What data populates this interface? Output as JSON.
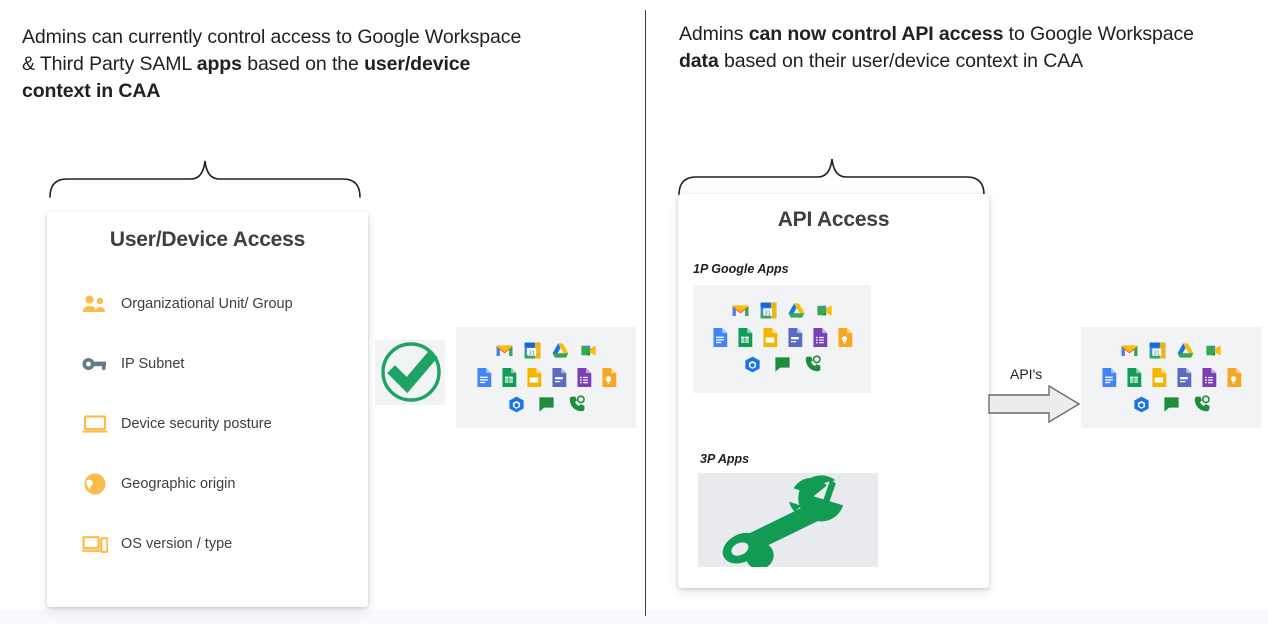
{
  "slide": {
    "left_panel": {
      "heading": {
        "parts": [
          {
            "text": "Admins can currently control access to Google Workspace & Third Party SAML ",
            "bold": false
          },
          {
            "text": "apps",
            "bold": true
          },
          {
            "text": " based on the ",
            "bold": false
          },
          {
            "text": "user/device context in CAA",
            "bold": true
          }
        ],
        "plain": "Admins can currently control access to Google Workspace & Third Party SAML apps based on the user/device context in CAA"
      },
      "card": {
        "title": "User/Device Access",
        "features": [
          {
            "icon": "people-icon",
            "label": "Organizational Unit/ Group",
            "color": "#FBBC4C"
          },
          {
            "icon": "key-icon",
            "label": "IP Subnet",
            "color": "#5F7C8A"
          },
          {
            "icon": "laptop-icon",
            "label": "Device security posture",
            "color": "#FBBC4C"
          },
          {
            "icon": "globe-icon",
            "label": "Geographic origin",
            "color": "#FBBC4C"
          },
          {
            "icon": "devices-icon",
            "label": "OS version / type",
            "color": "#FBBC4C"
          }
        ]
      },
      "check": {
        "icon": "green-check-icon",
        "color": "#1DA462"
      }
    },
    "right_panel": {
      "heading": {
        "parts": [
          {
            "text": "Admins ",
            "bold": false
          },
          {
            "text": "can now control API access",
            "bold": true
          },
          {
            "text": " to Google Workspace ",
            "bold": false
          },
          {
            "text": "data",
            "bold": true
          },
          {
            "text": " based on their user/device context in CAA",
            "bold": false
          }
        ],
        "plain": "Admins can now control API access to Google Workspace data based on their user/device context in CAA"
      },
      "card": {
        "title": "API Access",
        "sections": [
          {
            "label": "1P Google Apps"
          },
          {
            "label": "3P Apps"
          }
        ],
        "wrench": {
          "icon": "wrench-icon",
          "color": "#129B52"
        }
      },
      "arrow": {
        "label": "API's",
        "icon": "right-arrow-icon",
        "fill": "#ededed",
        "stroke": "#6b6b6b"
      }
    },
    "app_icons": [
      {
        "name": "gmail-icon",
        "row": 1
      },
      {
        "name": "calendar-icon",
        "row": 1
      },
      {
        "name": "drive-icon",
        "row": 1
      },
      {
        "name": "meet-icon",
        "row": 1
      },
      {
        "name": "docs-icon",
        "row": 2,
        "color": "#4285F4"
      },
      {
        "name": "sheets-icon",
        "row": 2,
        "color": "#0F9D58"
      },
      {
        "name": "slides-icon",
        "row": 2,
        "color": "#F4B400"
      },
      {
        "name": "forms-icon",
        "row": 2,
        "color": "#5C6BC0"
      },
      {
        "name": "sites-icon",
        "row": 2,
        "color": "#7B3FB5"
      },
      {
        "name": "keep-icon",
        "row": 2,
        "color": "#F6A723"
      },
      {
        "name": "cloud-search-icon",
        "row": 3,
        "color": "#1A73E8"
      },
      {
        "name": "chat-icon",
        "row": 3,
        "color": "#1E8E3E"
      },
      {
        "name": "voice-icon",
        "row": 3,
        "color": "#1E8E3E"
      }
    ],
    "divider": {
      "color": "#3c4043"
    }
  }
}
